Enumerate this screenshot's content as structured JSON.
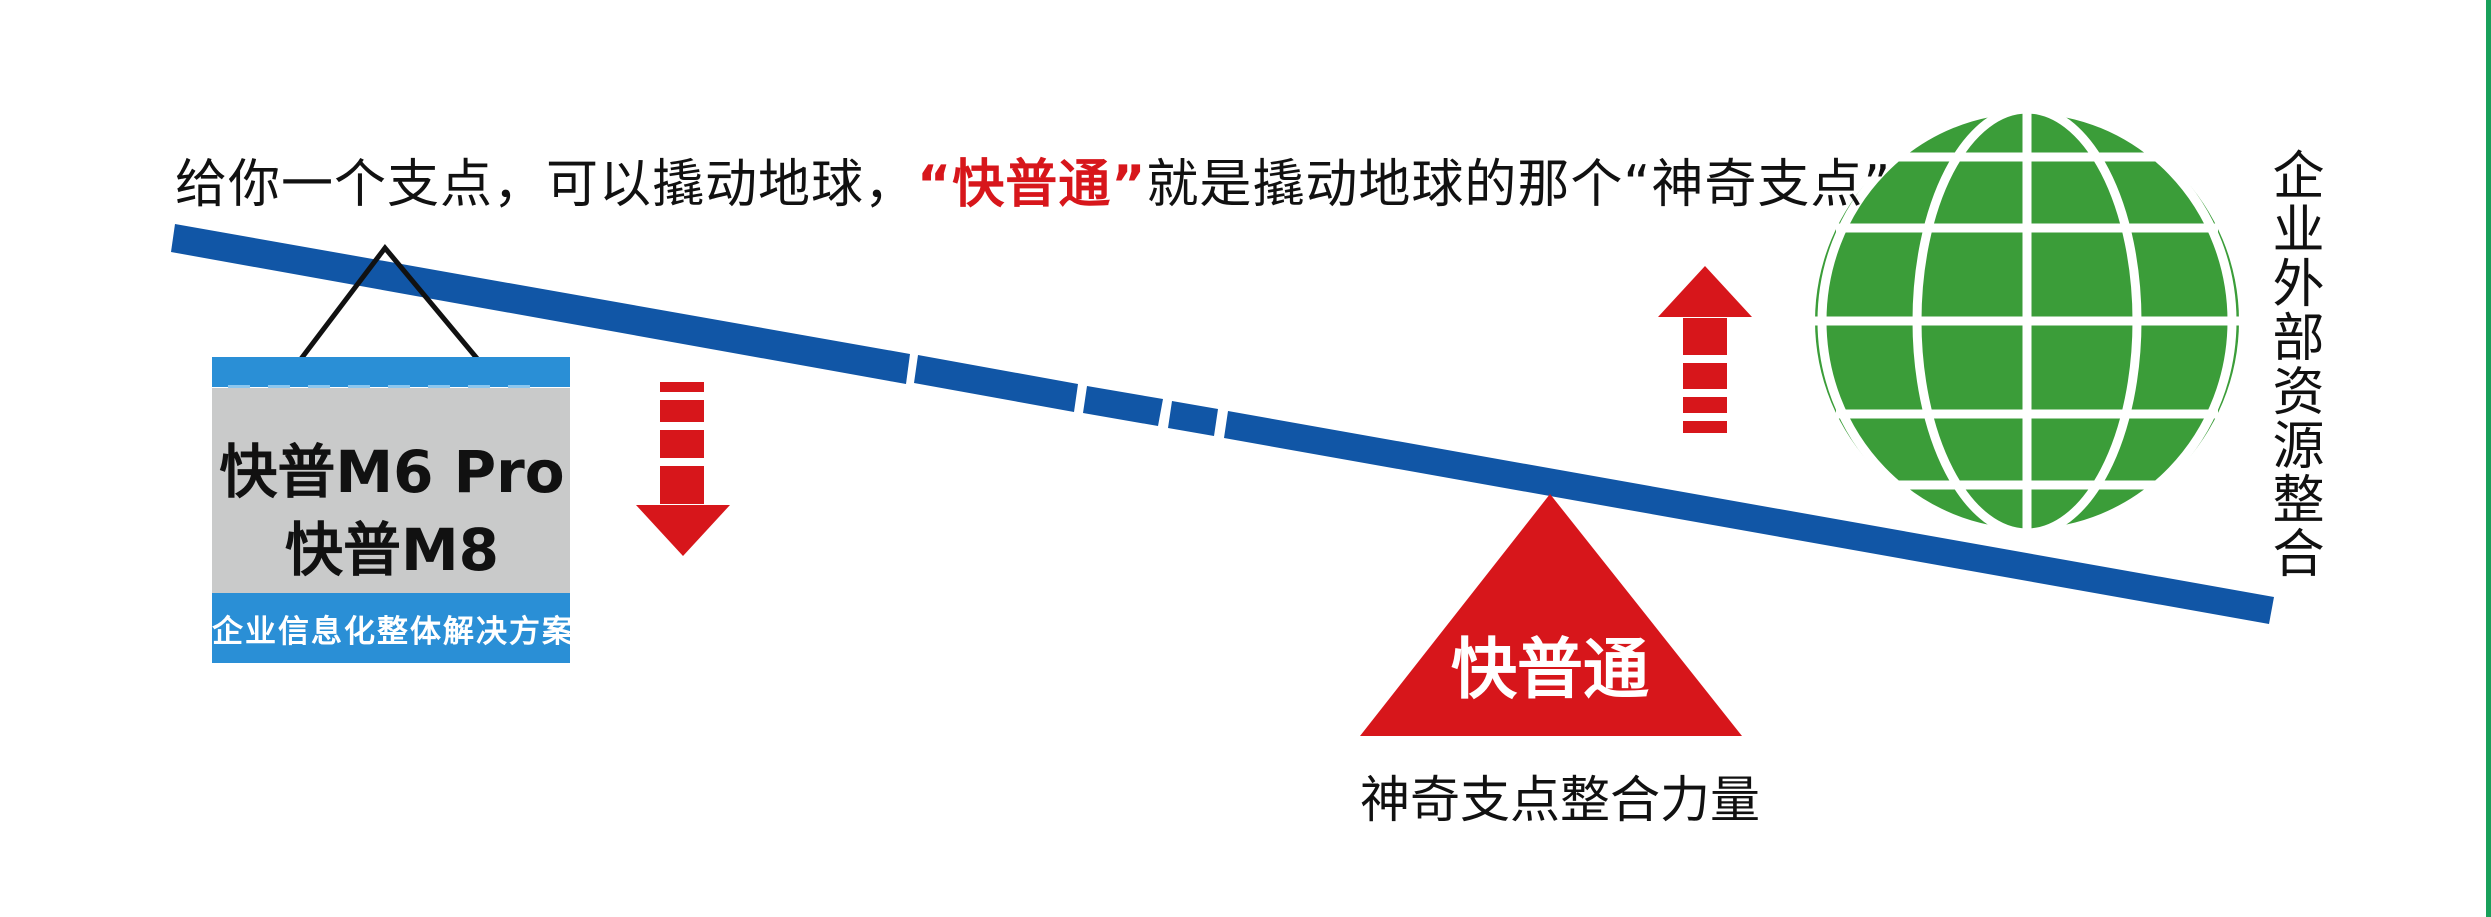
{
  "headline": {
    "part1": "给你一个支点，可以撬动地球，",
    "highlight": "“快普通”",
    "part2": "就是撬动地球的那个“神奇支点”"
  },
  "sign": {
    "line1": "快普M6 Pro",
    "line2": "快普M8",
    "footer": "企业信息化整体解决方案"
  },
  "fulcrum": {
    "label": "快普通",
    "caption": "神奇支点整合力量"
  },
  "globe": {
    "side_label": "企业外部资源整合"
  },
  "colors": {
    "lever": "#1156a6",
    "red": "#d7161b",
    "globe_green": "#3b9d39",
    "sign_blue": "#2a8fd6",
    "sign_gray": "#c9caca",
    "accent_edge": "#19a05a"
  },
  "icons": {
    "down_arrow": "down-arrow-icon",
    "up_arrow": "up-arrow-icon",
    "globe": "globe-icon"
  }
}
